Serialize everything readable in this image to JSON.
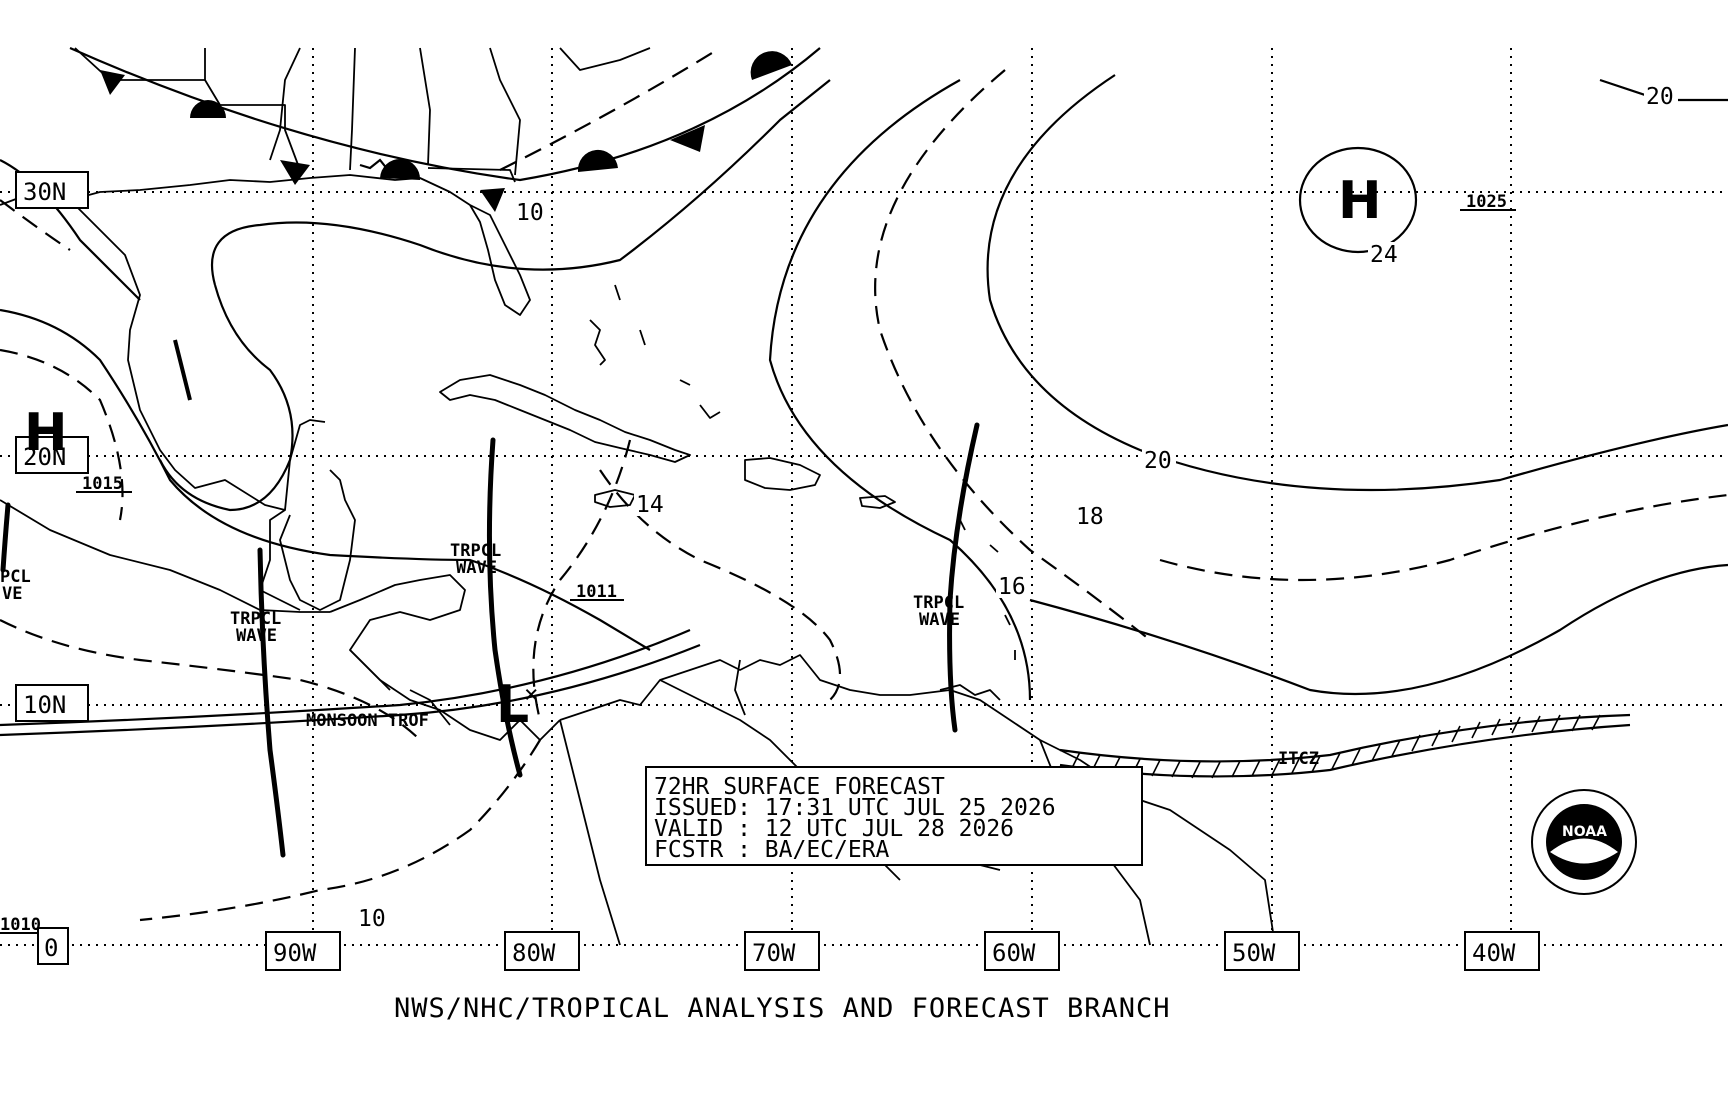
{
  "footer": "NWS/NHC/TROPICAL ANALYSIS AND FORECAST BRANCH",
  "info_box": {
    "line1": "72HR SURFACE FORECAST",
    "line2": "ISSUED: 17:31 UTC JUL 25 2026",
    "line3": "VALID : 12 UTC JUL 28 2026",
    "line4": "FCSTR : BA/EC/ERA"
  },
  "latitude_labels": [
    "30N",
    "20N",
    "10N"
  ],
  "longitude_labels": [
    "90W",
    "80W",
    "70W",
    "60W",
    "50W",
    "40W"
  ],
  "pressure_centers": [
    {
      "symbol": "H",
      "value": "1025"
    },
    {
      "symbol": "H",
      "value": "1015"
    },
    {
      "symbol": "L",
      "value": "1011"
    },
    {
      "value": "1010"
    }
  ],
  "isobar_labels": [
    "20",
    "24",
    "10",
    "14",
    "20",
    "18",
    "16",
    "10"
  ],
  "feature_labels": {
    "trpcl": "TRPCL",
    "wave": "WAVE",
    "trpcl_partial": "PCL",
    "wave_partial": "VE",
    "monsoon_trof": "MONSOON TROF",
    "itcz": "ITCZ",
    "zero_box": "0"
  },
  "logo": {
    "text": "NOAA"
  }
}
